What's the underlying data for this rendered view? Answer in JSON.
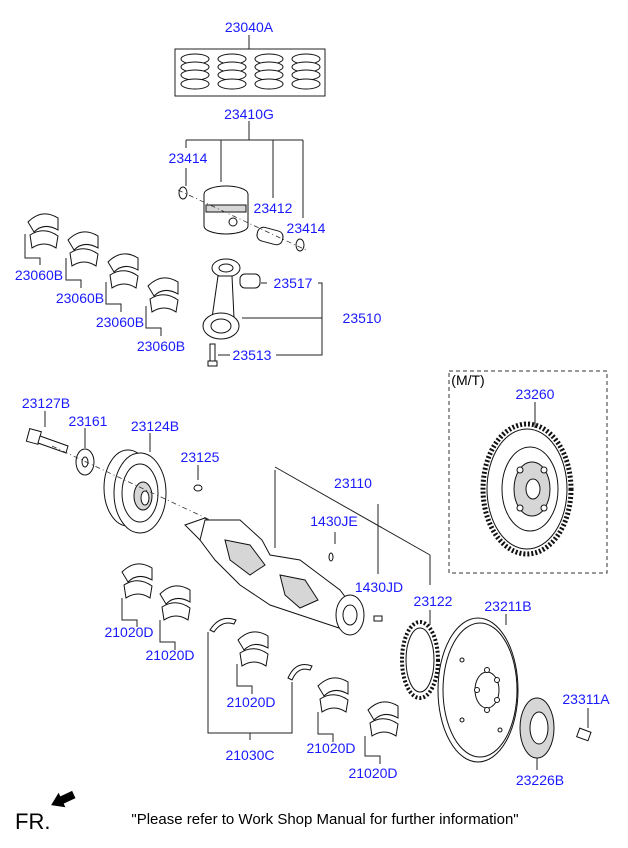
{
  "diagram": {
    "labels": {
      "piston_ring_set": "23040A",
      "piston_assy": "23410G",
      "snap_ring_left": "23414",
      "piston_pin": "23412",
      "snap_ring_right": "23414",
      "conrod_bearing_1": "23060B",
      "conrod_bearing_2": "23060B",
      "conrod_bearing_3": "23060B",
      "conrod_bearing_4": "23060B",
      "conrod_bushing": "23517",
      "conrod_assy": "23510",
      "conrod_bolt": "23513",
      "pulley_bolt": "23127B",
      "washer": "23161",
      "damper_pulley": "23124B",
      "woodruff_key": "23125",
      "crankshaft": "23110",
      "pin_1": "1430JE",
      "pin_2": "1430JD",
      "ring_gear": "23122",
      "drive_plate": "23211B",
      "plate_bolt": "23311A",
      "adapter_plate": "23226B",
      "flywheel": "23260",
      "main_bearing_1": "21020D",
      "main_bearing_2": "21020D",
      "main_bearing_3": "21020D",
      "main_bearing_4": "21020D",
      "main_bearing_5": "21020D",
      "thrust_washer": "21030C"
    },
    "transmission_box": "(M/T)",
    "direction_label": "FR.",
    "footnote": "\"Please refer to Work Shop Manual for further information\""
  }
}
